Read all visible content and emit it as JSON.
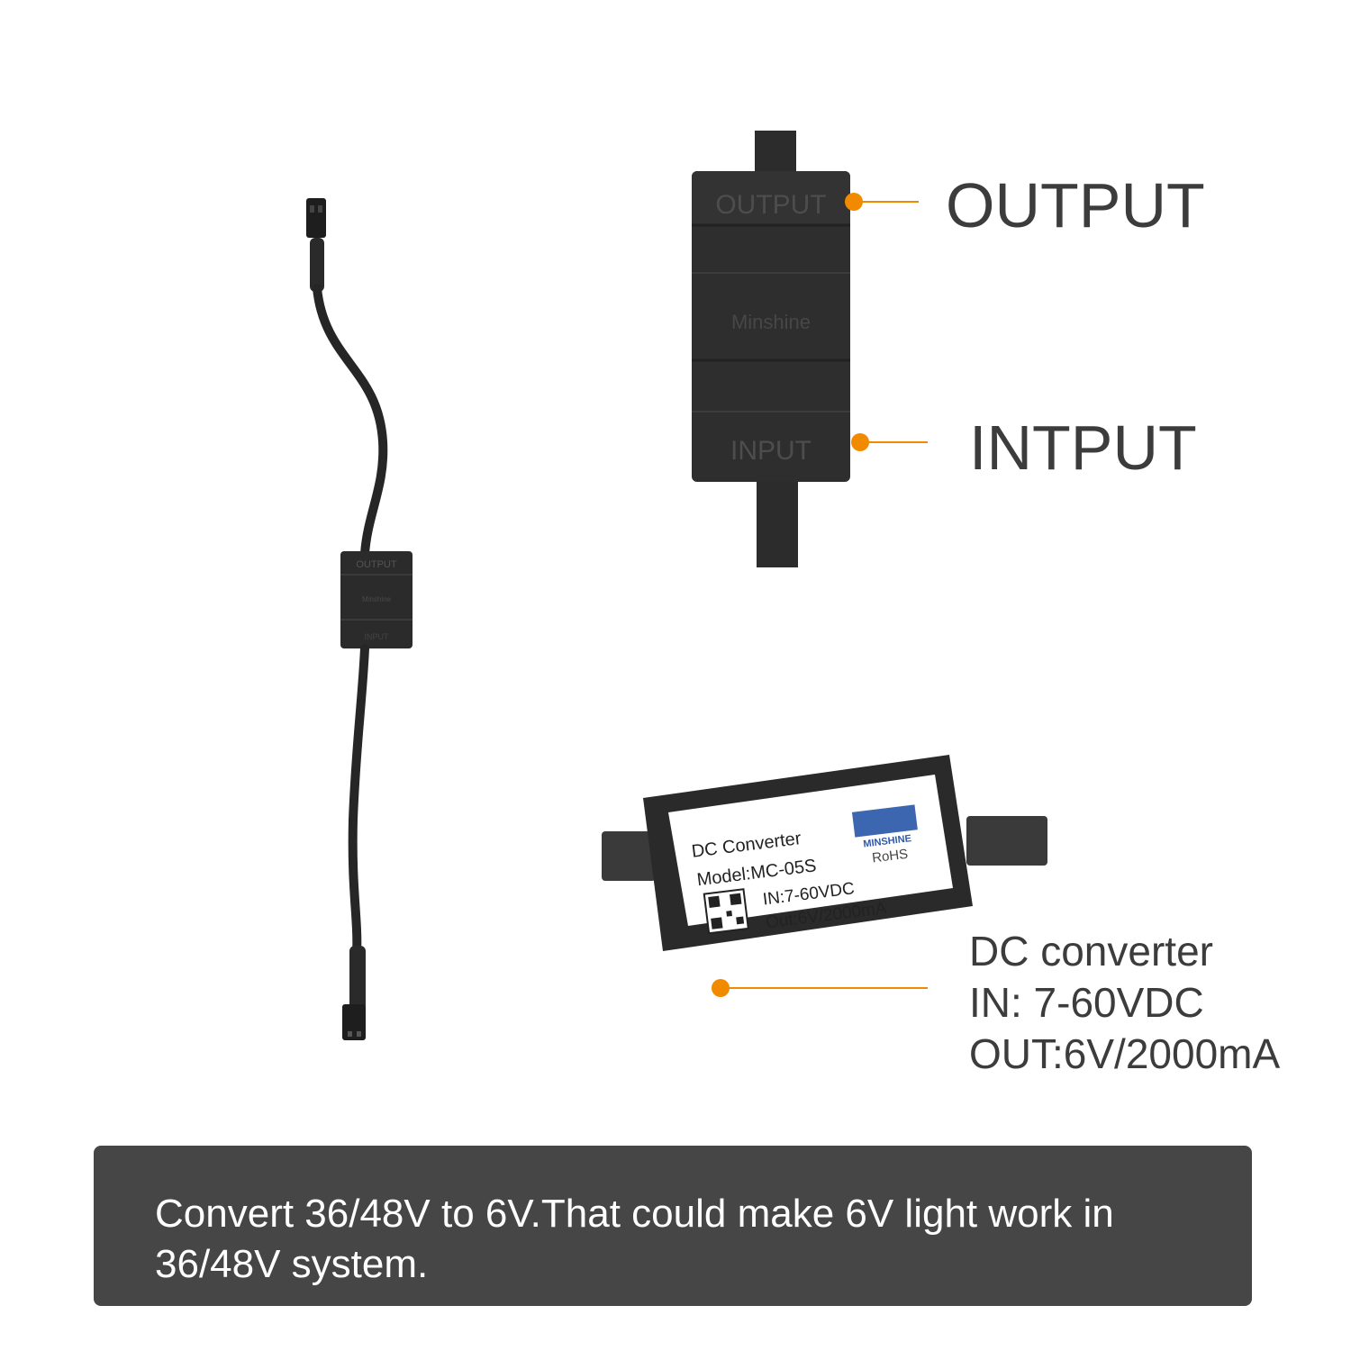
{
  "colors": {
    "accent": "#f28a00",
    "text": "#3c3c3c",
    "caption_bg": "#464646",
    "caption_text": "#ffffff"
  },
  "module": {
    "output_engraving": "OUTPUT",
    "brand_engraving": "Minshine",
    "input_engraving": "INPUT"
  },
  "callouts": {
    "output_label": "OUTPUT",
    "input_label": "INTPUT"
  },
  "label_sticker": {
    "title": "DC Converter",
    "model": "Model:MC-05S",
    "brand": "MINSHINE",
    "rohs": "RoHS",
    "input": "IN:7-60VDC",
    "output": "Out:6V/2000mA"
  },
  "spec": {
    "name": "DC converter",
    "input": "IN: 7-60VDC",
    "output": "OUT:6V/2000mA"
  },
  "caption": {
    "text": "Convert 36/48V to 6V.That could make 6V light work in 36/48V system."
  }
}
